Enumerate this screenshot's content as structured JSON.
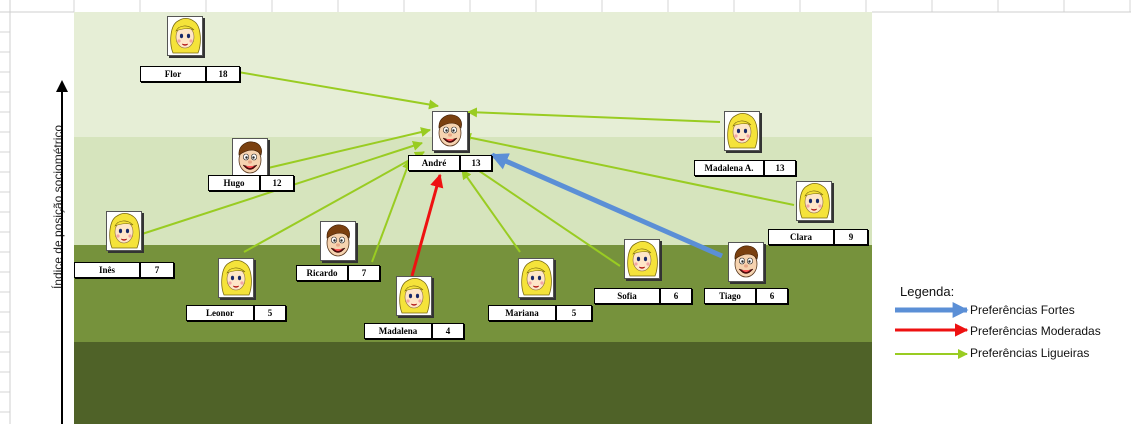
{
  "axis": {
    "label": "Índice de posição sociométrico"
  },
  "legend": {
    "title": "Legenda:",
    "items": [
      {
        "label": "Preferências Fortes",
        "color": "#5b8fd6"
      },
      {
        "label": "Preferências Moderadas",
        "color": "#ee1111"
      },
      {
        "label": "Preferências Ligueiras",
        "color": "#99cc22"
      }
    ]
  },
  "nodes": {
    "flor": {
      "name": "Flor",
      "score": "18",
      "gender": "girl"
    },
    "andre": {
      "name": "André",
      "score": "13",
      "gender": "boy"
    },
    "madalenaA": {
      "name": "Madalena A.",
      "score": "13",
      "gender": "girl"
    },
    "hugo": {
      "name": "Hugo",
      "score": "12",
      "gender": "boy"
    },
    "clara": {
      "name": "Clara",
      "score": "9",
      "gender": "girl"
    },
    "ines": {
      "name": "Inês",
      "score": "7",
      "gender": "girl"
    },
    "ricardo": {
      "name": "Ricardo",
      "score": "7",
      "gender": "boy"
    },
    "leonor": {
      "name": "Leonor",
      "score": "5",
      "gender": "girl"
    },
    "madalena": {
      "name": "Madalena",
      "score": "4",
      "gender": "girl"
    },
    "mariana": {
      "name": "Mariana",
      "score": "5",
      "gender": "girl"
    },
    "sofia": {
      "name": "Sofia",
      "score": "6",
      "gender": "girl"
    },
    "tiago": {
      "name": "Tiago",
      "score": "6",
      "gender": "boy"
    }
  },
  "edges": [
    {
      "from": "flor",
      "to": "andre",
      "strength": "light"
    },
    {
      "from": "madalenaA",
      "to": "andre",
      "strength": "light"
    },
    {
      "from": "hugo",
      "to": "andre",
      "strength": "light"
    },
    {
      "from": "clara",
      "to": "andre",
      "strength": "light"
    },
    {
      "from": "ines",
      "to": "andre",
      "strength": "light"
    },
    {
      "from": "leonor",
      "to": "andre",
      "strength": "light"
    },
    {
      "from": "ricardo",
      "to": "andre",
      "strength": "light"
    },
    {
      "from": "madalena",
      "to": "andre",
      "strength": "moderate"
    },
    {
      "from": "mariana",
      "to": "andre",
      "strength": "light"
    },
    {
      "from": "sofia",
      "to": "andre",
      "strength": "light"
    },
    {
      "from": "tiago",
      "to": "andre",
      "strength": "strong"
    }
  ]
}
